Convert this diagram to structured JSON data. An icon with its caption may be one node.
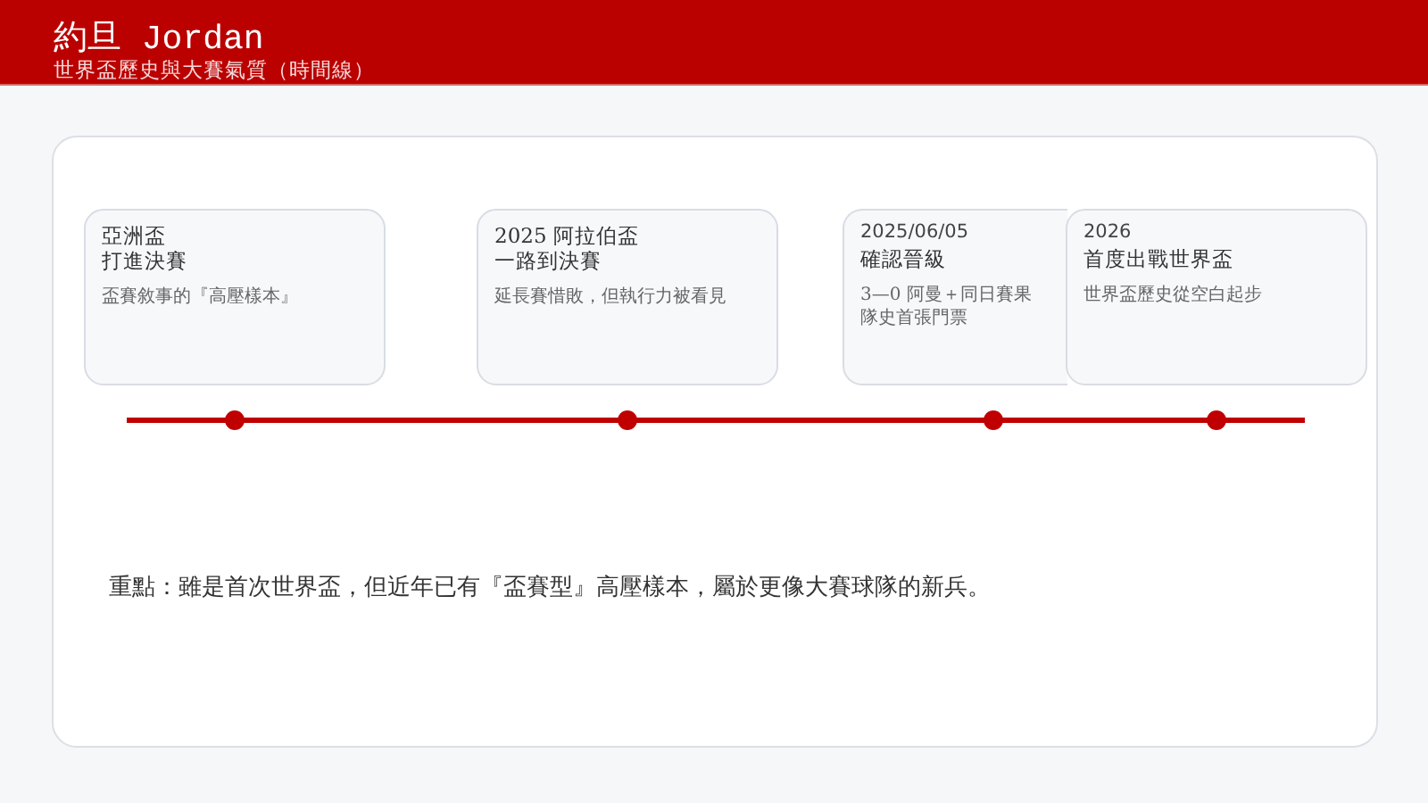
{
  "diagram": {
    "title": "約旦 Jordan",
    "nodes": [
      {
        "text": [
          "亞洲盃打進決賽",
          "盃賽敘事的『高壓樣本』"
        ]
      },
      {
        "text": [
          "2025 阿拉伯盃一路到決賽",
          "延長賽惜敗，但執行力被看見"
        ]
      },
      {
        "text": [
          "2025/06/05",
          "確認晉級",
          "3—0 阿曼＋同日賽果隊史首張門票"
        ]
      },
      {
        "text": [
          "2026",
          "首度出戰世界盃",
          "世界盃歷史從空白起步"
        ]
      }
    ],
    "labels": [
      "世界盃歷史與大賽氣質（時間線）",
      "重點：雖是首次世界盃，但近年已有『盃賽型』高壓樣本，屬於更像大賽球隊的新兵。"
    ]
  }
}
